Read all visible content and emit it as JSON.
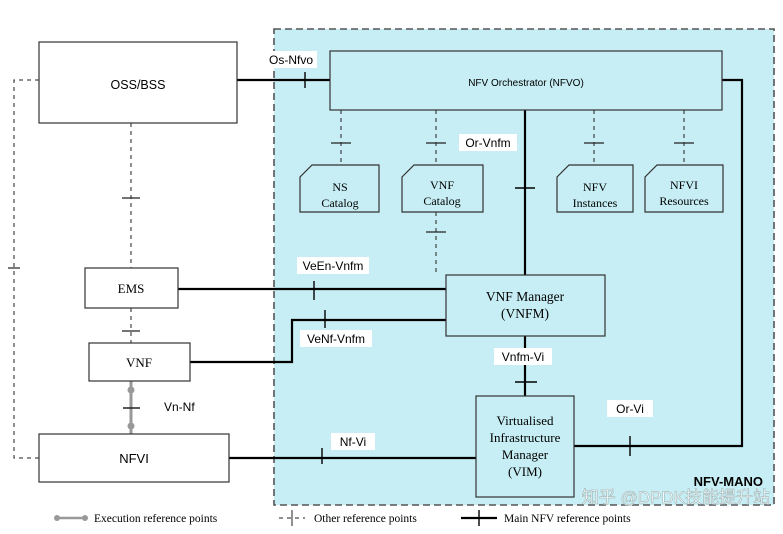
{
  "colors": {
    "mano_fill": "#c6eef4",
    "mano_border": "#555555",
    "line": "#000000"
  },
  "labels": {
    "oss_bss": "OSS/BSS",
    "nfvo": "NFV Orchestrator (NFVO)",
    "ems": "EMS",
    "vnf": "VNF",
    "nfvi": "NFVI",
    "vnfm_line1": "VNF Manager",
    "vnfm_line2": "(VNFM)",
    "vim_line1": "Virtualised",
    "vim_line2": "Infrastructure",
    "vim_line3": "Manager",
    "vim_line4": "(VIM)",
    "ns_catalog_1": "NS",
    "ns_catalog_2": "Catalog",
    "vnf_catalog_1": "VNF",
    "vnf_catalog_2": "Catalog",
    "nfv_instances_1": "NFV",
    "nfv_instances_2": "Instances",
    "nfvi_resources_1": "NFVI",
    "nfvi_resources_2": "Resources",
    "nfv_mano": "NFV-MANO"
  },
  "reference_points": {
    "os_nfvo": "Os-Nfvo",
    "or_vnfm": "Or-Vnfm",
    "veen_vnfm": "VeEn-Vnfm",
    "venf_vnfm": "VeNf-Vnfm",
    "vnfm_vi": "Vnfm-Vi",
    "vn_nf": "Vn-Nf",
    "or_vi": "Or-Vi",
    "nf_vi": "Nf-Vi"
  },
  "legend": {
    "execution": "Execution reference points",
    "other": "Other reference points",
    "main": "Main NFV reference points"
  },
  "watermark": "知乎 @DPDK技能提升站"
}
